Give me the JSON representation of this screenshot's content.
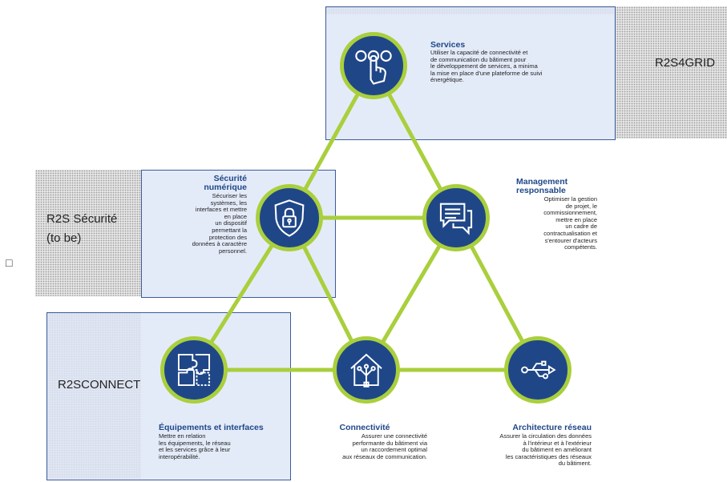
{
  "overlay_labels": {
    "r2s4grid": "R2S4GRID",
    "securite_line1": "R2S Sécurité",
    "securite_line2": "(to be)",
    "r2sconnect": "R2SCONNECT",
    "checkbox_glyph": "□"
  },
  "nodes": {
    "services": {
      "icon": "hand-touch-icon",
      "title": "Services",
      "lines": [
        "Utiliser la capacité de connectivité et",
        "de communication du bâtiment pour",
        "le développement de services, a minima",
        "la mise en place d'une plateforme de suivi",
        "énergétique."
      ]
    },
    "securite": {
      "icon": "shield-lock-icon",
      "title_lines": [
        "Sécurité",
        "numérique"
      ],
      "lines": [
        "Sécuriser les",
        "systèmes, les",
        "interfaces et mettre",
        "en place",
        "un dispositif",
        "permettant la",
        "protection des",
        "données à caractère",
        "personnel."
      ]
    },
    "management": {
      "icon": "chat-bubbles-icon",
      "title_lines": [
        "Management",
        "responsable"
      ],
      "lines": [
        "Optimiser la gestion",
        "de projet, le",
        "commissionnement,",
        "mettre en place",
        "un cadre de",
        "contractualisation et",
        "s'entourer d'acteurs",
        "compétents."
      ]
    },
    "equipements": {
      "icon": "puzzle-icon",
      "title": "Équipements et interfaces",
      "lines": [
        "Mettre en relation",
        "les équipements, le réseau",
        "et les services grâce à leur",
        "interopérabilité."
      ]
    },
    "connectivite": {
      "icon": "house-network-icon",
      "title": "Connectivité",
      "lines": [
        "Assurer une connectivité",
        "performante du bâtiment via",
        "un raccordement optimal",
        "aux réseaux de communication."
      ]
    },
    "architecture": {
      "icon": "usb-icon",
      "title": "Architecture réseau",
      "lines": [
        "Assurer la circulation des données",
        "à l'intérieur et à l'extérieur",
        "du bâtiment en améliorant",
        "les caractéristiques des réseaux",
        "du bâtiment."
      ]
    }
  },
  "colors": {
    "node_fill": "#1f4788",
    "connector": "#a9cf3d",
    "box_border": "#3b5c9c",
    "box_fill": "#dee6f6"
  }
}
